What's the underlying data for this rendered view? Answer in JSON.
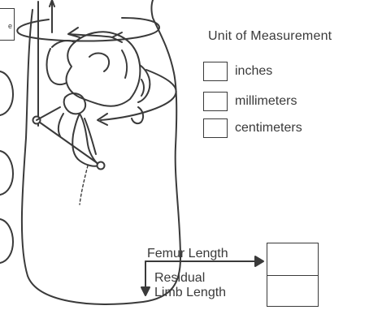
{
  "units": {
    "title": "Unit of Measurement",
    "options": [
      {
        "label": "inches",
        "checked": false
      },
      {
        "label": "millimeters",
        "checked": false
      },
      {
        "label": "centimeters",
        "checked": false
      }
    ]
  },
  "measurements": {
    "femur_length_label": "Femur Length",
    "residual_limb_label_line1": "Residual",
    "residual_limb_label_line2": "Limb Length",
    "femur_length_value": "",
    "residual_limb_value": ""
  },
  "edge_fragment_text": "e",
  "colors": {
    "ink": "#3a3a3a",
    "background": "#ffffff"
  }
}
